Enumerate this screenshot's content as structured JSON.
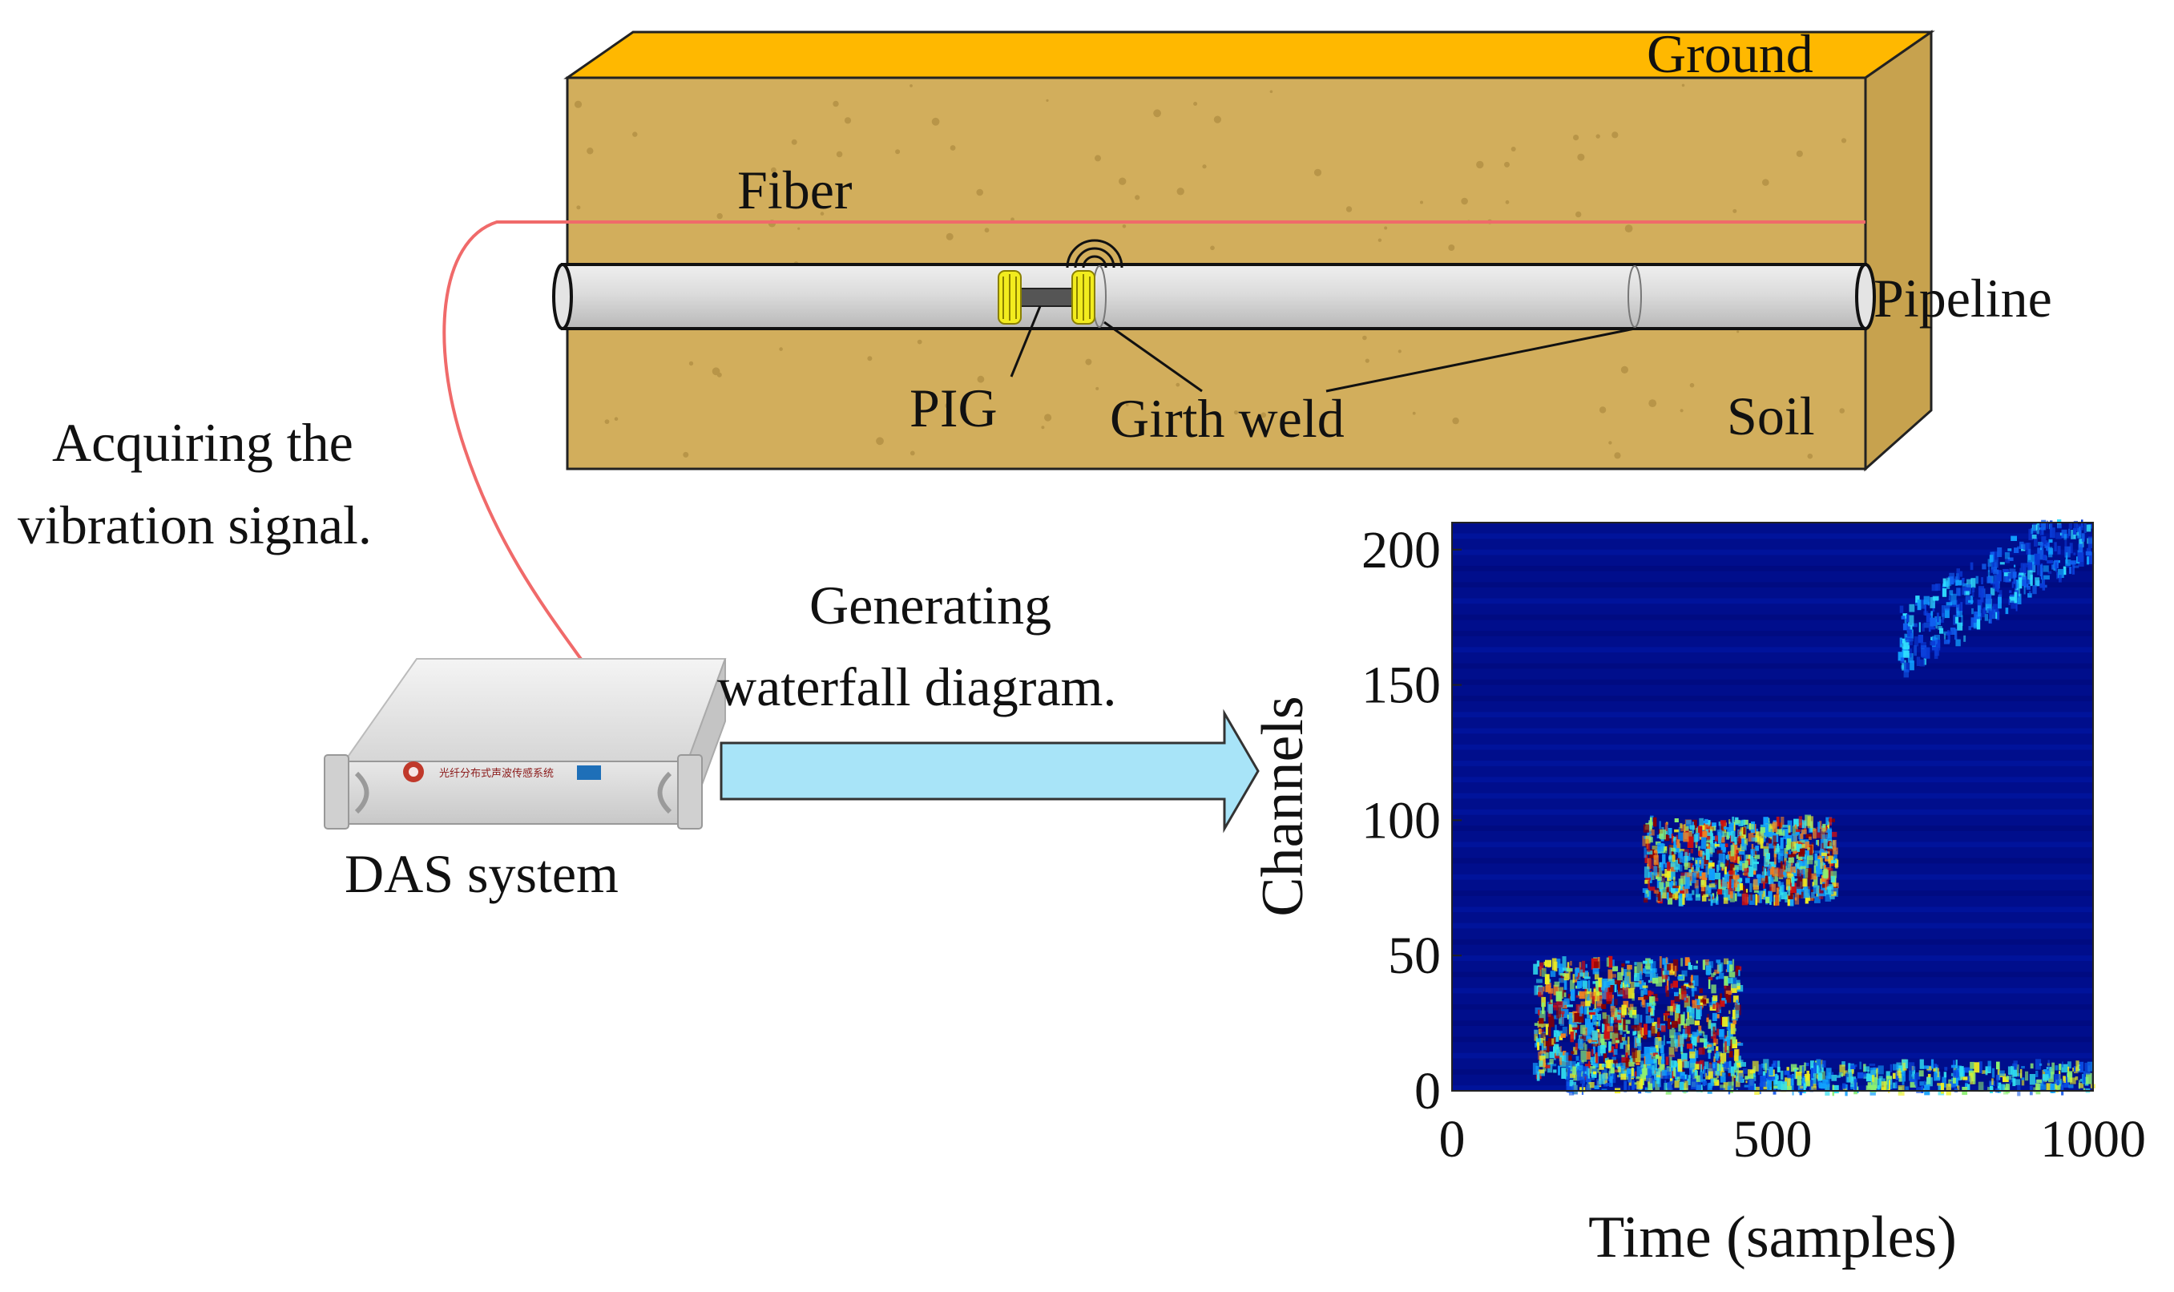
{
  "labels": {
    "ground": "Ground",
    "fiber": "Fiber",
    "pipeline": "Pipeline",
    "pig": "PIG",
    "girth_weld": "Girth weld",
    "soil": "Soil",
    "acquiring_line1": "Acquiring the",
    "acquiring_line2": "vibration signal.",
    "generating_line1": "Generating",
    "generating_line2": "waterfall diagram.",
    "das_system": "DAS system",
    "device_panel_text": "光纤分布式声波传感系统"
  },
  "colors": {
    "ground_top": "#FFB800",
    "soil": "#D2AE5C",
    "soil_side": "#C7A24E",
    "fiber": "#F06A6A",
    "pipe": "#DCDCDC",
    "pig_disc": "#F2EC1E",
    "arrow": "#A8E4F8",
    "waterfall_bg": "#000E8C"
  },
  "chart_data": {
    "type": "heatmap",
    "title": "",
    "xlabel": "Time (samples)",
    "ylabel": "Channels",
    "xlim": [
      0,
      1000
    ],
    "ylim": [
      0,
      210
    ],
    "x_ticks": [
      "0",
      "500",
      "1000"
    ],
    "y_ticks": [
      "0",
      "50",
      "100",
      "150",
      "200"
    ],
    "colormap": "jet",
    "features": [
      {
        "t_start": 130,
        "t_end": 450,
        "ch_start": 5,
        "ch_end": 48,
        "intensity": "high"
      },
      {
        "t_start": 180,
        "t_end": 1000,
        "ch_start": 0,
        "ch_end": 10,
        "intensity": "medium"
      },
      {
        "t_start": 300,
        "t_end": 600,
        "ch_start": 70,
        "ch_end": 100,
        "intensity": "high"
      },
      {
        "t_start": 700,
        "t_end": 1000,
        "ch_start": 165,
        "ch_end": 210,
        "intensity": "low"
      }
    ]
  }
}
